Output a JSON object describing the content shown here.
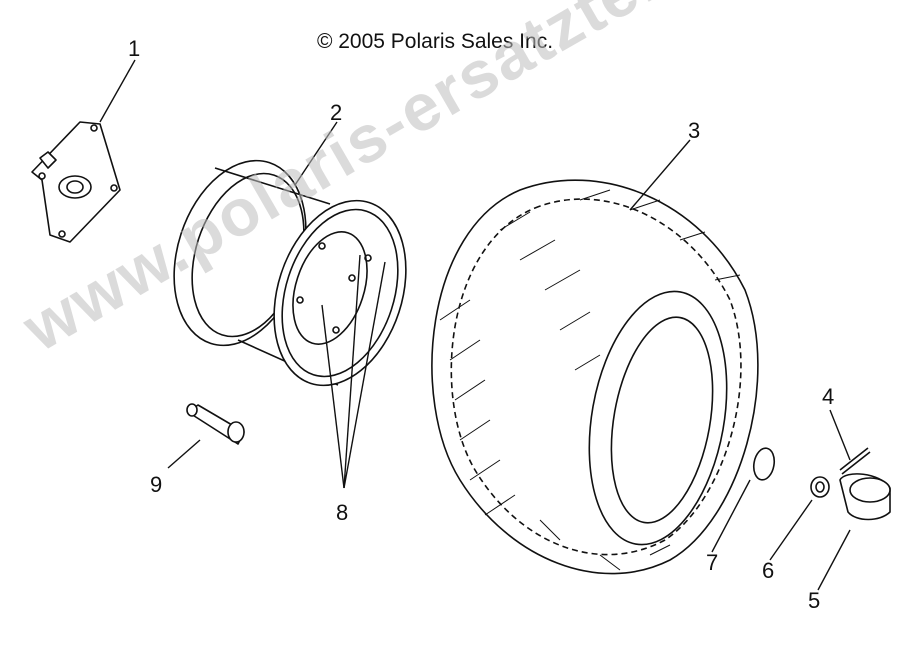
{
  "copyright": "© 2005 Polaris Sales Inc.",
  "watermark": "www.polaris-ersatzteile.de",
  "callouts": [
    "1",
    "2",
    "3",
    "4",
    "5",
    "6",
    "7",
    "8",
    "9"
  ],
  "colors": {
    "line": "#111111",
    "watermark": "#bebebe"
  }
}
